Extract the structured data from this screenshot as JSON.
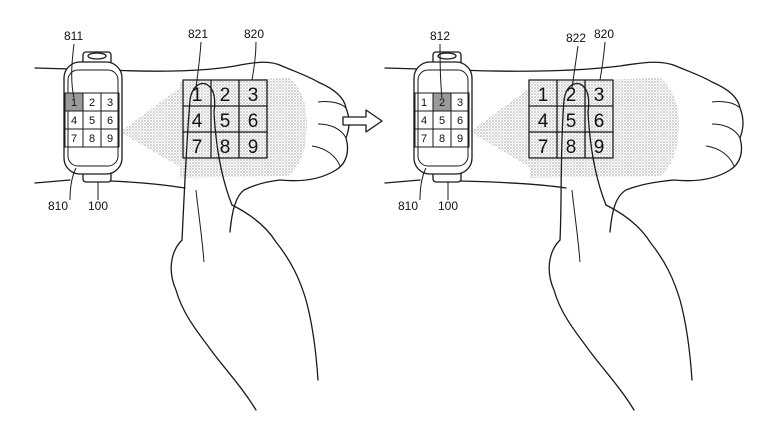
{
  "left_scene": {
    "labels": {
      "watch_grid": "811",
      "projected_grid": "820",
      "finger_key": "821",
      "watch": "810",
      "device": "100"
    },
    "watch_keys": [
      "1",
      "2",
      "3",
      "4",
      "5",
      "6",
      "7",
      "8",
      "9"
    ],
    "projected_keys": [
      "1",
      "2",
      "3",
      "4",
      "5",
      "6",
      "7",
      "8",
      "9"
    ],
    "selected_key_index": 0
  },
  "right_scene": {
    "labels": {
      "watch_grid": "812",
      "projected_grid": "820",
      "finger_key": "822",
      "watch": "810",
      "device": "100"
    },
    "watch_keys": [
      "1",
      "2",
      "3",
      "4",
      "5",
      "6",
      "7",
      "8",
      "9"
    ],
    "projected_keys": [
      "1",
      "2",
      "3",
      "4",
      "5",
      "6",
      "7",
      "8",
      "9"
    ],
    "selected_key_index": 1
  },
  "transition_arrow": "right-arrow-icon",
  "colors": {
    "ink": "#1a1a1a",
    "projection_shade": "#b5b5b5",
    "selected_key": "#9a9a9a"
  }
}
